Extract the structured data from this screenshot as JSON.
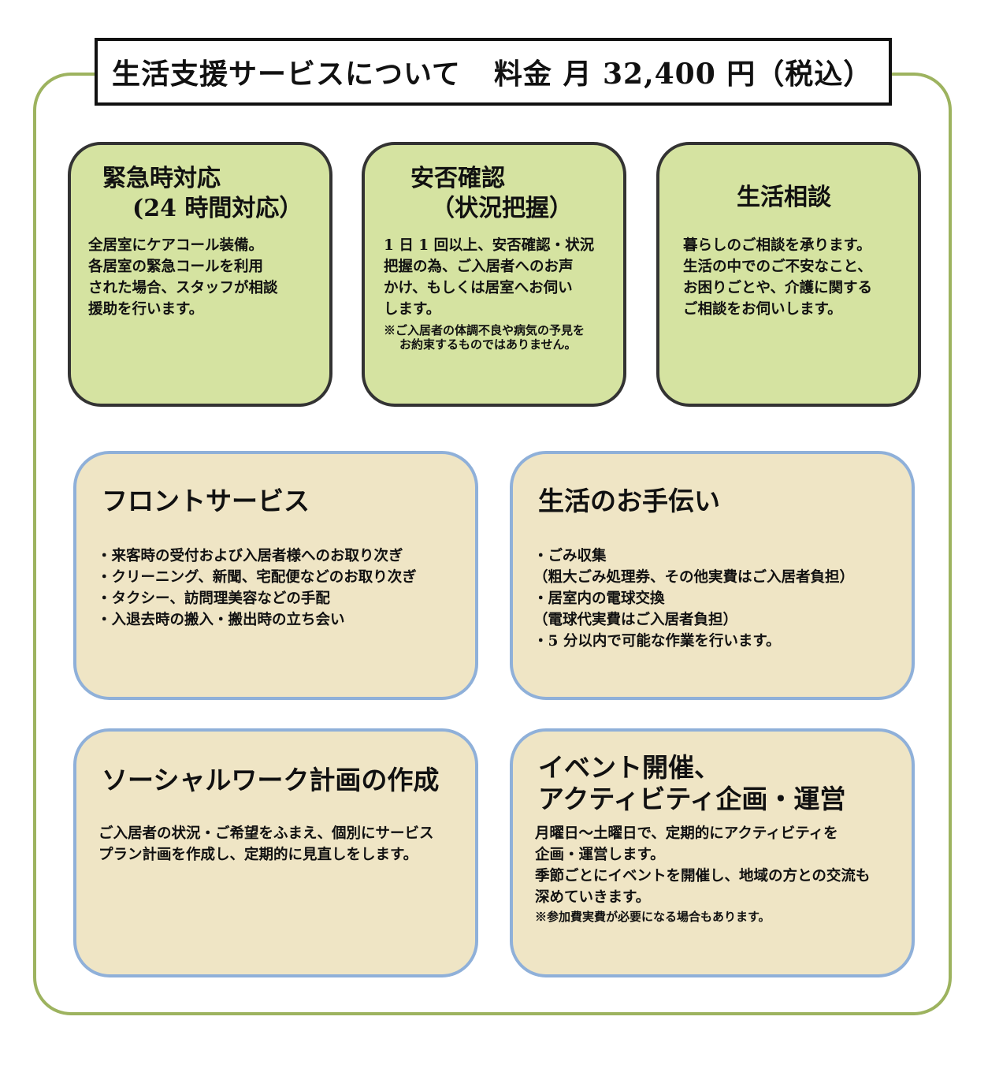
{
  "header": {
    "title": "生活支援サービスについて",
    "price": "料金 月 32,400 円（税込）"
  },
  "cards": {
    "emergency": {
      "title_line1": "緊急時対応",
      "title_line2": "(24 時間対応）",
      "body": [
        "全居室にケアコール装備。",
        "各居室の緊急コールを利用",
        "された場合、スタッフが相談",
        "援助を行います。"
      ]
    },
    "safety_check": {
      "title_line1": "安否確認",
      "title_line2": "（状況把握）",
      "body": [
        "1 日 1 回以上、安否確認・状況",
        "把握の為、ご入居者へのお声",
        "かけ、もしくは居室へお伺い",
        "します。"
      ],
      "note": [
        "※ご入居者の体調不良や病気の予見を",
        "お約束するものではありません。"
      ]
    },
    "consultation": {
      "title": "生活相談",
      "body": [
        "暮らしのご相談を承ります。",
        "生活の中でのご不安なこと、",
        "お困りごとや、介護に関する",
        "ご相談をお伺いします。"
      ]
    },
    "front": {
      "title": "フロントサービス",
      "body": [
        "・来客時の受付および入居者様へのお取り次ぎ",
        "・クリーニング、新聞、宅配便などのお取り次ぎ",
        "・タクシー、訪問理美容などの手配",
        "・入退去時の搬入・搬出時の立ち会い"
      ]
    },
    "help": {
      "title": "生活のお手伝い",
      "body": [
        "・ごみ収集",
        "（粗大ごみ処理券、その他実費はご入居者負担）",
        "・居室内の電球交換",
        "（電球代実費はご入居者負担）",
        "・5 分以内で可能な作業を行います。"
      ]
    },
    "social": {
      "title": "ソーシャルワーク計画の作成",
      "body": [
        "ご入居者の状況・ご希望をふまえ、個別にサービス",
        "プラン計画を作成し、定期的に見直しをします。"
      ]
    },
    "events": {
      "title_line1": "イベント開催、",
      "title_line2": "アクティビティ企画・運営",
      "body": [
        "月曜日～土曜日で、定期的にアクティビティを",
        "企画・運営します。",
        "季節ごとにイベントを開催し、地域の方との交流も",
        "深めていきます。"
      ],
      "note": "※参加費実費が必要になる場合もあります。"
    }
  },
  "colors": {
    "frame_green": "#9db35f",
    "card_green": "#d5e3a1",
    "card_beige": "#efe5c5",
    "card_beige_border": "#8fb0d9"
  }
}
